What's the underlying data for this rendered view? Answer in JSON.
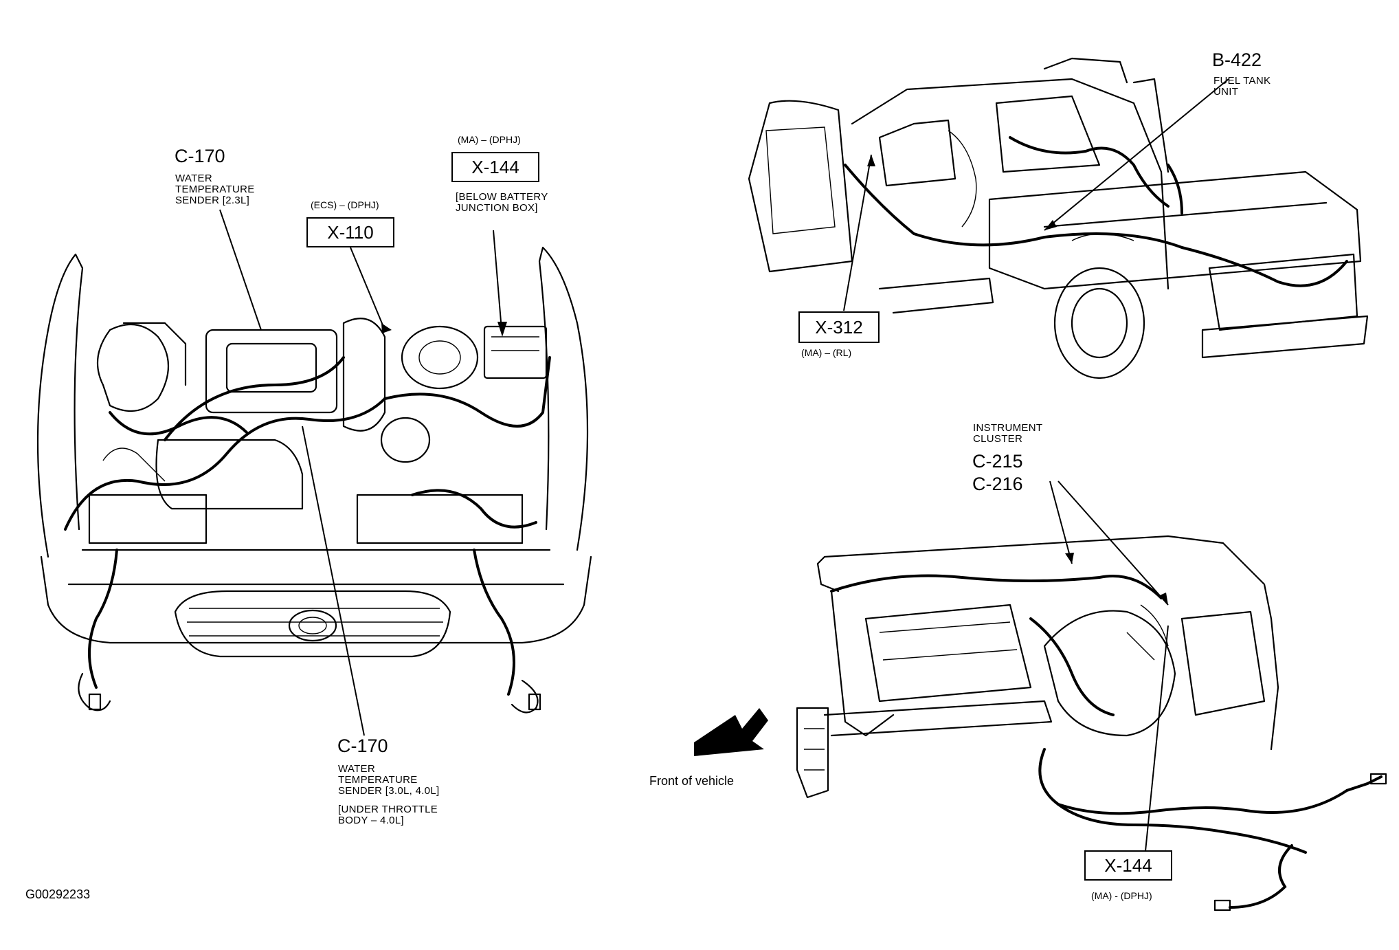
{
  "engine_view": {
    "c170_top": {
      "code": "C-170",
      "desc": "WATER\nTEMPERATURE\nSENDER [2.3L]"
    },
    "x110": {
      "qualifier": "(ECS) – (DPHJ)",
      "code": "X-110"
    },
    "x144_top": {
      "qualifier": "(MA) – (DPHJ)",
      "code": "X-144",
      "desc": "[BELOW BATTERY\nJUNCTION BOX]"
    },
    "c170_bottom": {
      "code": "C-170",
      "desc": "WATER\nTEMPERATURE\nSENDER [3.0L, 4.0L]",
      "note": "[UNDER THROTTLE\nBODY – 4.0L]"
    }
  },
  "truck_view": {
    "b422": {
      "code": "B-422",
      "desc": "FUEL TANK\nUNIT"
    },
    "x312": {
      "code": "X-312",
      "qualifier": "(MA) – (RL)"
    }
  },
  "dash_view": {
    "instrument_cluster": {
      "desc": "INSTRUMENT\nCLUSTER",
      "code1": "C-215",
      "code2": "C-216"
    },
    "x144_bottom": {
      "code": "X-144",
      "qualifier": "(MA) - (DPHJ)"
    },
    "front_of_vehicle": "Front of vehicle"
  },
  "figure_id": "G00292233"
}
